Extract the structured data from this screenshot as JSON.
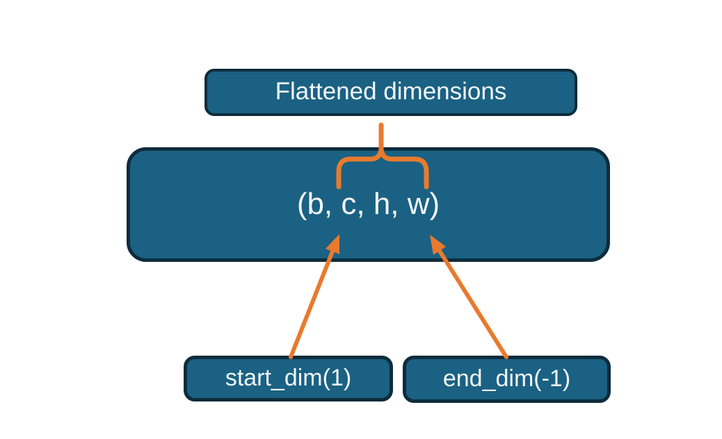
{
  "diagram": {
    "title_box": {
      "label": "Flattened dimensions"
    },
    "tensor_box": {
      "label": "(b, c, h, w)"
    },
    "start_dim_box": {
      "label": "start_dim(1)"
    },
    "end_dim_box": {
      "label": "end_dim(-1)"
    },
    "colors": {
      "background": "#ffffff",
      "box_fill": "#1a6183",
      "box_border": "#0e2c3c",
      "text": "#f3f6f7",
      "accent_orange": "#e87a2e"
    }
  }
}
